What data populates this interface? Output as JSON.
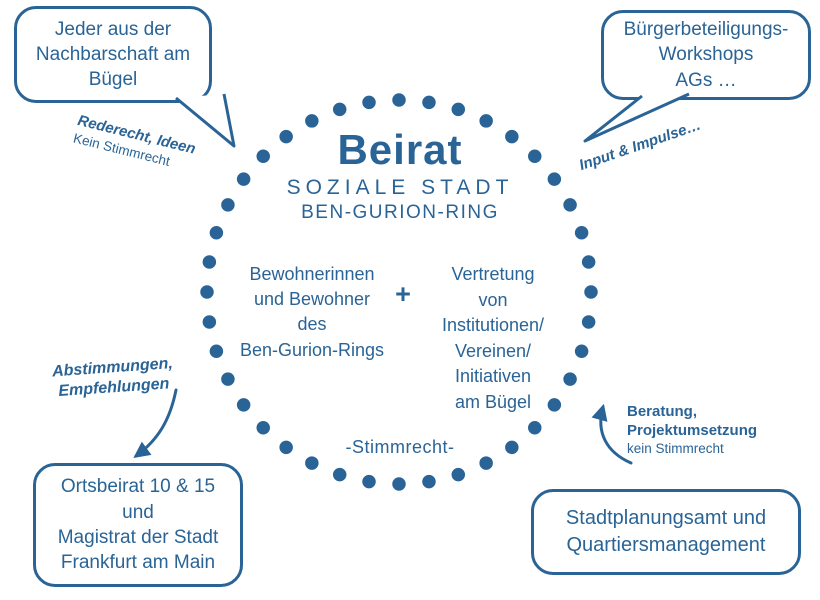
{
  "colors": {
    "primary": "#2a6496"
  },
  "circle": {
    "title": "Beirat",
    "subtitle_line1": "SOZIALE STADT",
    "subtitle_line2": "BEN-GURION-RING",
    "left_group_lines": [
      "Bewohnerinnen",
      "und Bewohner",
      "des",
      "Ben-Gurion-Rings"
    ],
    "plus_sign": "+",
    "right_group_lines": [
      "Vertretung",
      "von",
      "Institutionen/",
      "Vereinen/",
      "Initiativen",
      "am Bügel"
    ],
    "voting_note": "-Stimmrecht-"
  },
  "bubbles": {
    "top_left": {
      "lines": [
        "Jeder aus der",
        "Nachbarschaft am",
        "Bügel"
      ]
    },
    "top_right": {
      "lines": [
        "Bürgerbeteiligungs-",
        "Workshops",
        "AGs …"
      ]
    },
    "bottom_left": {
      "lines": [
        "Ortsbeirat 10 & 15",
        "und",
        "Magistrat der Stadt",
        "Frankfurt am Main"
      ]
    },
    "bottom_right": {
      "lines": [
        "Stadtplanungsamt und",
        "Quartiersmanagement"
      ]
    }
  },
  "labels": {
    "top_left": {
      "emphasis": "Rederecht, Ideen",
      "note": "Kein Stimmrecht"
    },
    "top_right": {
      "emphasis": "Input & Impulse…"
    },
    "bottom_left": {
      "line1": "Abstimmungen,",
      "line2": "Empfehlungen"
    },
    "bottom_right": {
      "emphasis1": "Beratung,",
      "emphasis2": "Projektumsetzung",
      "note": "kein Stimmrecht"
    }
  }
}
